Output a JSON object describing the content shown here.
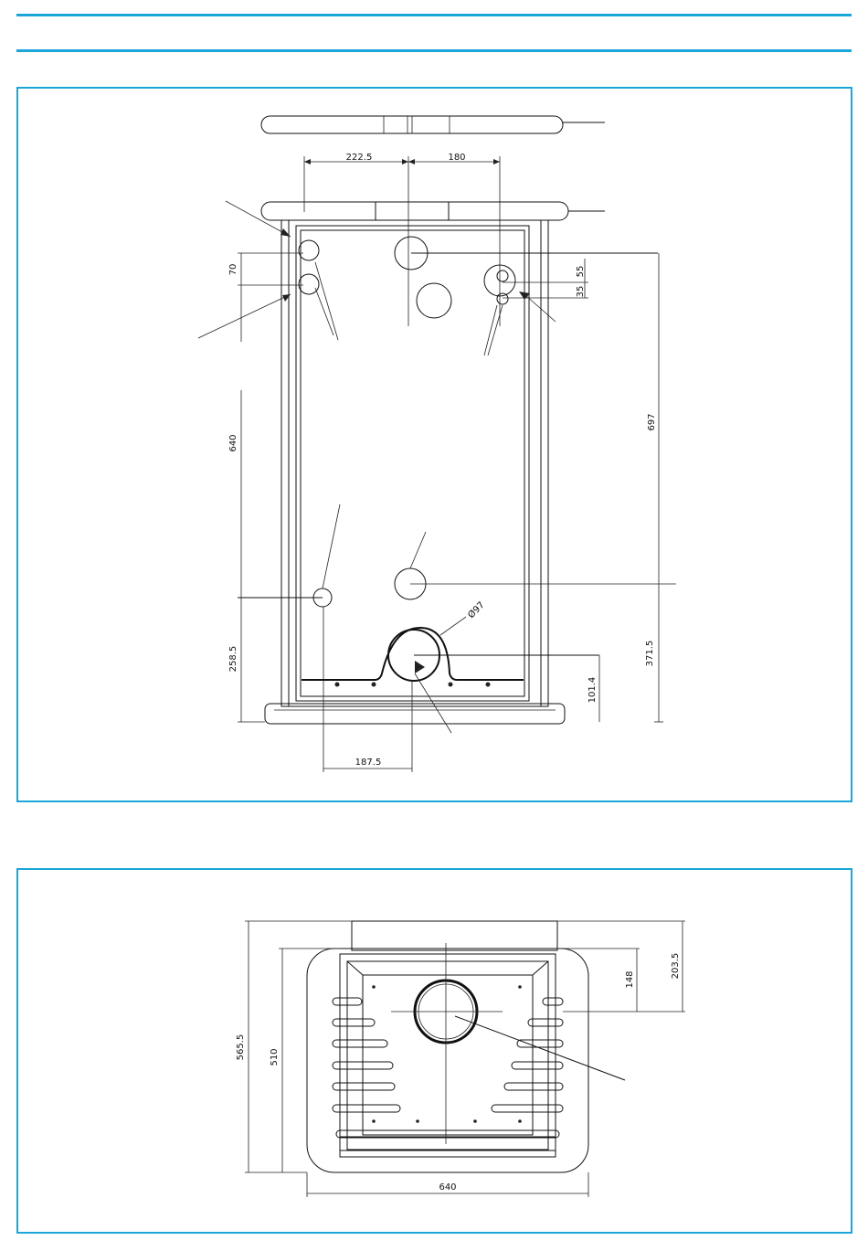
{
  "colors": {
    "accent": "#1aa6d8",
    "line": "#111111"
  },
  "front_view": {
    "dims": {
      "top_left": "222.5",
      "top_right": "180",
      "left_small": "70",
      "left_mid": "640",
      "left_bottom": "258.5",
      "right_55": "55",
      "right_35": "35",
      "right_big": "697",
      "right_small": "371.5",
      "right_bottom": "101.4",
      "bottom": "187.5",
      "diameter": "Ø97"
    }
  },
  "top_view": {
    "dims": {
      "left_outer": "565.5",
      "left_inner": "510",
      "right_small": "148",
      "right_big": "203.5",
      "bottom": "640"
    }
  }
}
